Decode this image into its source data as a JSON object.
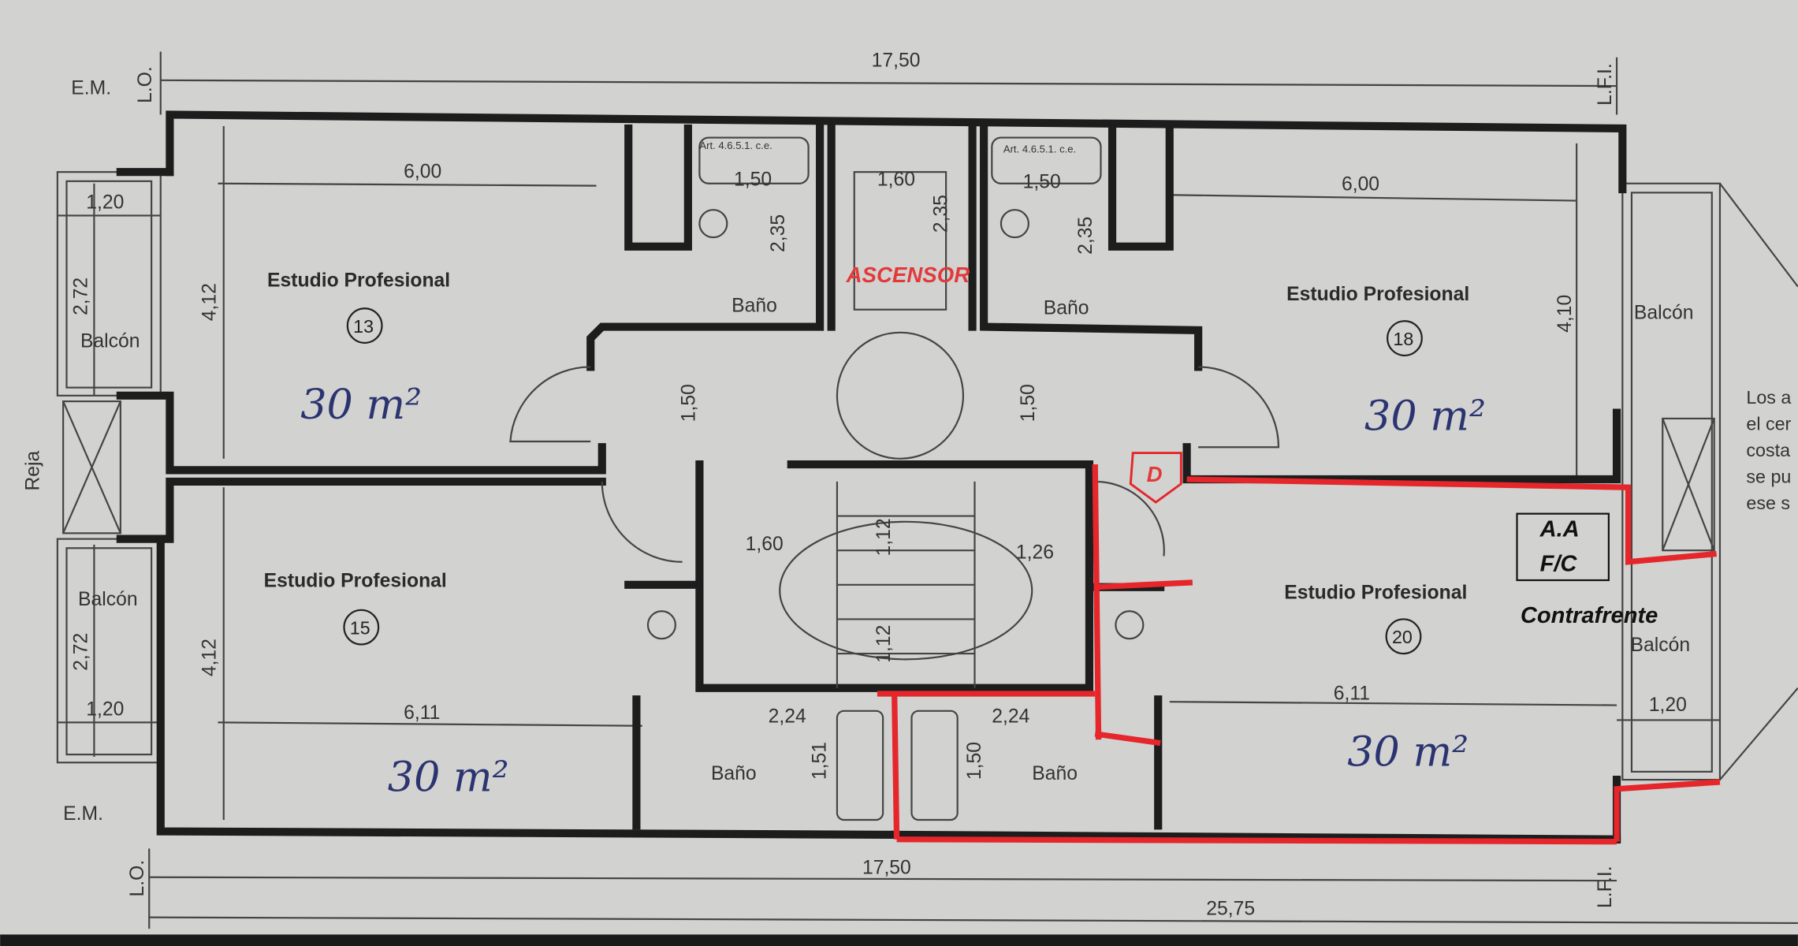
{
  "plan": {
    "dimensions": {
      "total_top": "17,50",
      "total_bottom": "17,50",
      "total_overall": "25,75",
      "room13_width": "6,00",
      "room18_width": "6,00",
      "room15_width": "6,11",
      "room20_width": "6,11",
      "room13_depth": "4,12",
      "room15_depth": "4,12",
      "room18_depth": "4,10",
      "bath_top_left_width": "1,50",
      "bath_top_right_width": "1,50",
      "elevator_width": "1,60",
      "bath_top_left_depth": "2,35",
      "elevator_depth": "2,35",
      "bath_top_right_depth": "2,35",
      "hall_left": "1,50",
      "hall_right": "1,50",
      "stair_left": "1,60",
      "stair_right": "1,26",
      "stair_upper": "1,12",
      "stair_lower": "1,12",
      "bath_bottom_left_width": "2,24",
      "bath_bottom_right_width": "2,24",
      "bath_bottom_left_depth": "1,51",
      "bath_bottom_right_depth": "1,50",
      "balcony_left_top_width": "1,20",
      "balcony_left_bottom_width": "1,20",
      "balcony_right_width": "1,20",
      "balcony_left_top_depth": "2,72",
      "balcony_left_bottom_depth": "2,72"
    },
    "markers": {
      "em_top": "E.M.",
      "em_bottom": "E.M.",
      "lo_top": "L.O.",
      "lo_bottom": "L.O.",
      "lfi_top": "L.F.I.",
      "lfi_bottom": "L.F.I.",
      "reja": "Reja"
    },
    "rooms": [
      {
        "label": "Estudio Profesional",
        "number": "13",
        "area_handwritten": "30 m²"
      },
      {
        "label": "Estudio Profesional",
        "number": "15",
        "area_handwritten": "30 m²"
      },
      {
        "label": "Estudio Profesional",
        "number": "18",
        "area_handwritten": "30 m²"
      },
      {
        "label": "Estudio Profesional",
        "number": "20",
        "area_handwritten": "30 m²"
      }
    ],
    "baths": [
      "Baño",
      "Baño",
      "Baño",
      "Baño"
    ],
    "balconies": [
      "Balcón",
      "Balcón",
      "Balcón",
      "Balcón"
    ],
    "elevator": "ASCENSOR",
    "art_label": "Art. 4.6.5.1. c.e.",
    "entry_marker": "D",
    "annotation": {
      "line1": "A.A",
      "line2": "F/C",
      "contrafrente": "Contrafrente"
    },
    "side_note": [
      "Los a",
      "el cer",
      "costa",
      "se pu",
      "ese s"
    ],
    "colors": {
      "highlight": "#e5262b",
      "handwriting": "#2b3470",
      "paper": "#cfcfcd",
      "walls": "#1d1d1d"
    }
  }
}
